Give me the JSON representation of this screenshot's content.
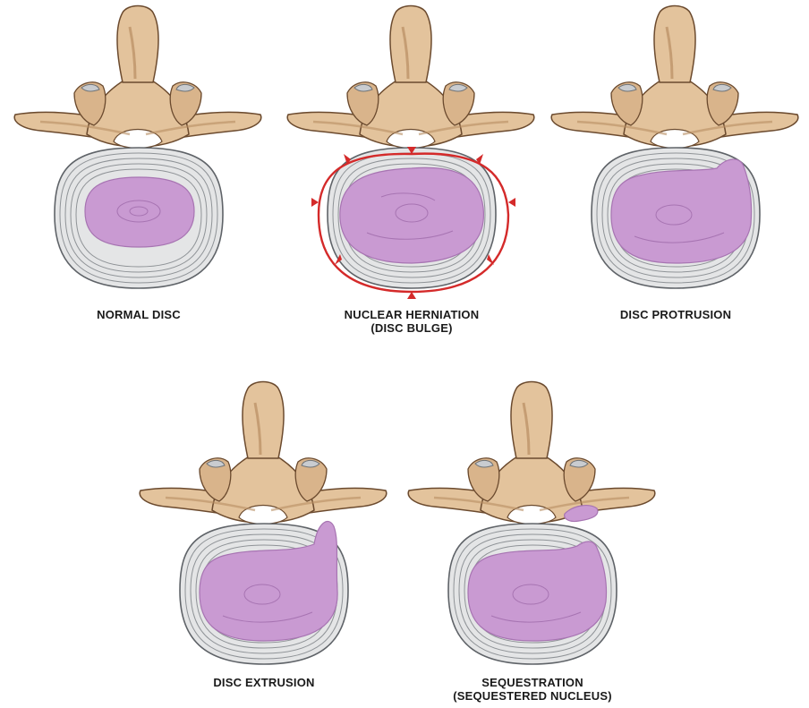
{
  "colors": {
    "bone": "#e3c39c",
    "bone_shadow": "#b88d62",
    "bone_outline": "#6b4a2e",
    "annulus": "#e4e5e6",
    "annulus_lines": "#8f9397",
    "nucleus": "#c99ad2",
    "nucleus_dark": "#a774b2",
    "bulge_outline": "#d42a2a",
    "label": "#1a1a1a"
  },
  "panels": [
    {
      "key": "normal",
      "line1": "NORMAL DISC",
      "line2": ""
    },
    {
      "key": "bulge",
      "line1": "NUCLEAR HERNIATION",
      "line2": "(DISC BULGE)"
    },
    {
      "key": "protrusion",
      "line1": "DISC PROTRUSION",
      "line2": ""
    },
    {
      "key": "extrusion",
      "line1": "DISC EXTRUSION",
      "line2": ""
    },
    {
      "key": "sequestration",
      "line1": "SEQUESTRATION",
      "line2": "(SEQUESTERED NUCLEUS)"
    }
  ]
}
